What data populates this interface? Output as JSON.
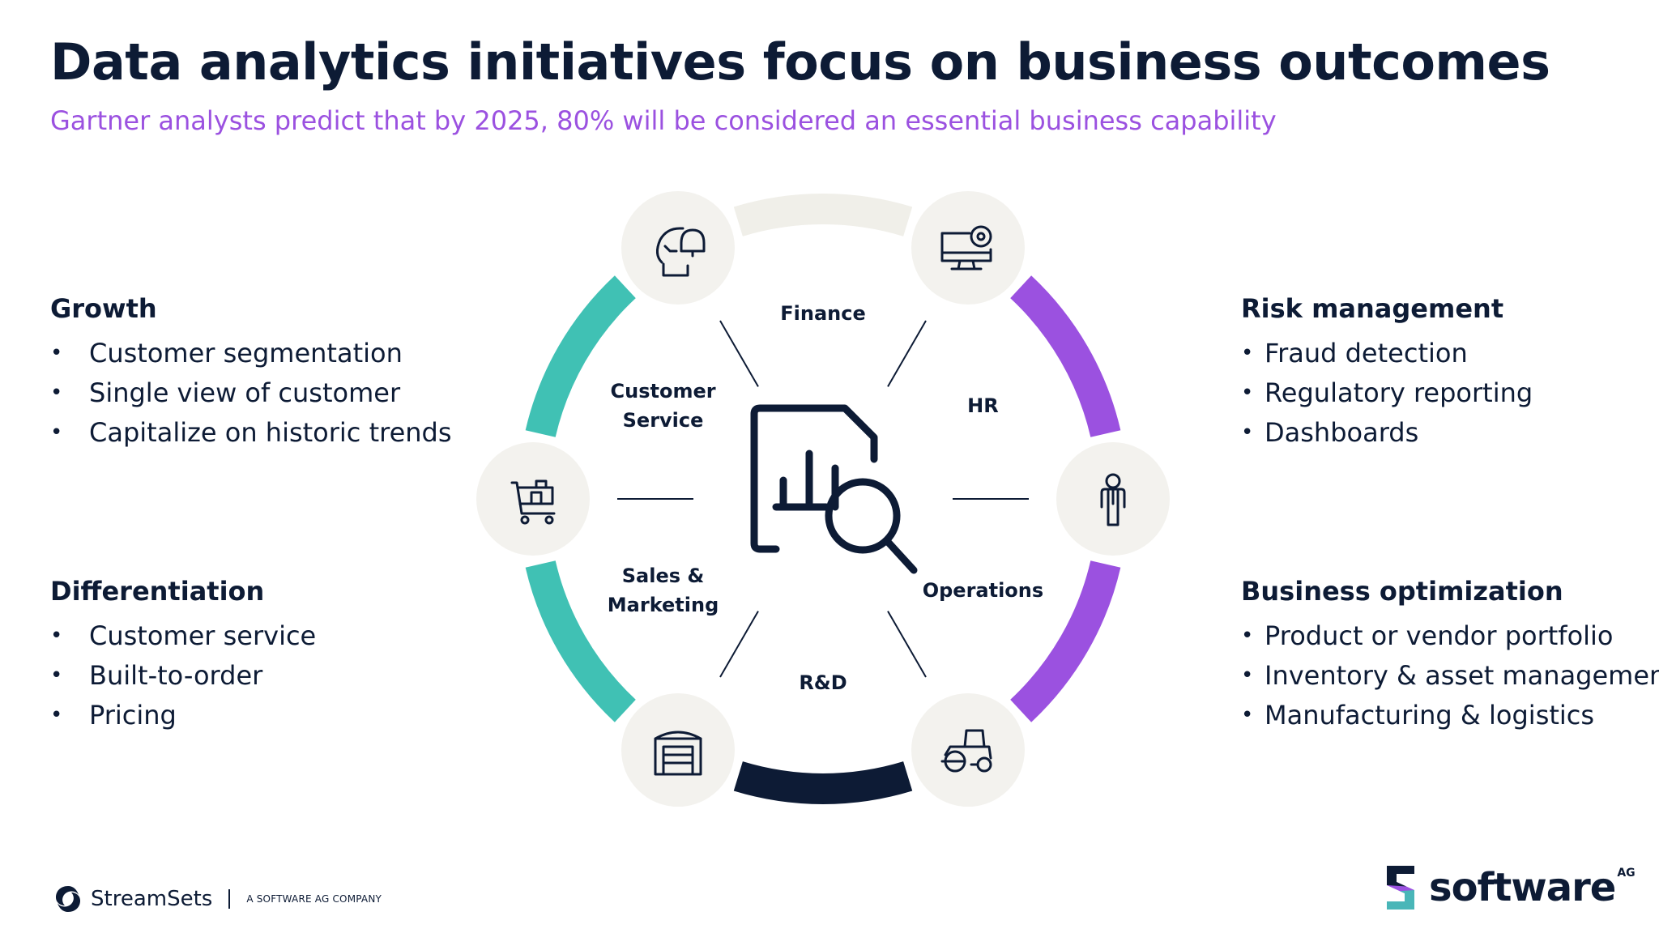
{
  "title": "Data analytics initiatives focus on business outcomes",
  "subtitle": "Gartner analysts predict that by 2025, 80% will be considered an essential business capability",
  "left_panels": [
    {
      "heading": "Growth",
      "items": [
        "Customer segmentation",
        "Single view of customer",
        "Capitalize on historic trends"
      ]
    },
    {
      "heading": "Differentiation",
      "items": [
        "Customer service",
        "Built-to-order",
        "Pricing"
      ]
    }
  ],
  "right_panels": [
    {
      "heading": "Risk management",
      "items": [
        "Fraud detection",
        "Regulatory reporting",
        "Dashboards"
      ]
    },
    {
      "heading": "Business optimization",
      "items": [
        "Product or vendor portfolio",
        "Inventory & asset management",
        "Manufacturing & logistics"
      ]
    }
  ],
  "cycle": {
    "segments": [
      {
        "label_lines": [
          "Customer",
          "Service"
        ],
        "icon": "customer-alert-icon",
        "color": "#40c1b4"
      },
      {
        "label_lines": [
          "Finance"
        ],
        "icon": "computer-settings-icon",
        "color": "#f0efe9"
      },
      {
        "label_lines": [
          "HR"
        ],
        "icon": "person-icon",
        "color": "#9b51e0"
      },
      {
        "label_lines": [
          "Operations"
        ],
        "icon": "tractor-icon",
        "color": "#9b51e0"
      },
      {
        "label_lines": [
          "R&D"
        ],
        "icon": "warehouse-icon",
        "color": "#0d1b35"
      },
      {
        "label_lines": [
          "Sales &",
          "Marketing"
        ],
        "icon": "shopping-cart-icon",
        "color": "#40c1b4"
      }
    ],
    "center_icon": "document-analytics-icon"
  },
  "colors": {
    "navy": "#0d1b35",
    "teal": "#40c1b4",
    "purple": "#9b51e0",
    "light_gray": "#f0efe9",
    "node_fill": "#f3f2ee"
  },
  "footer": {
    "left_brand": "StreamSets",
    "left_tagline": "A SOFTWARE AG COMPANY",
    "right_brand": "software",
    "right_brand_suffix": "AG"
  }
}
